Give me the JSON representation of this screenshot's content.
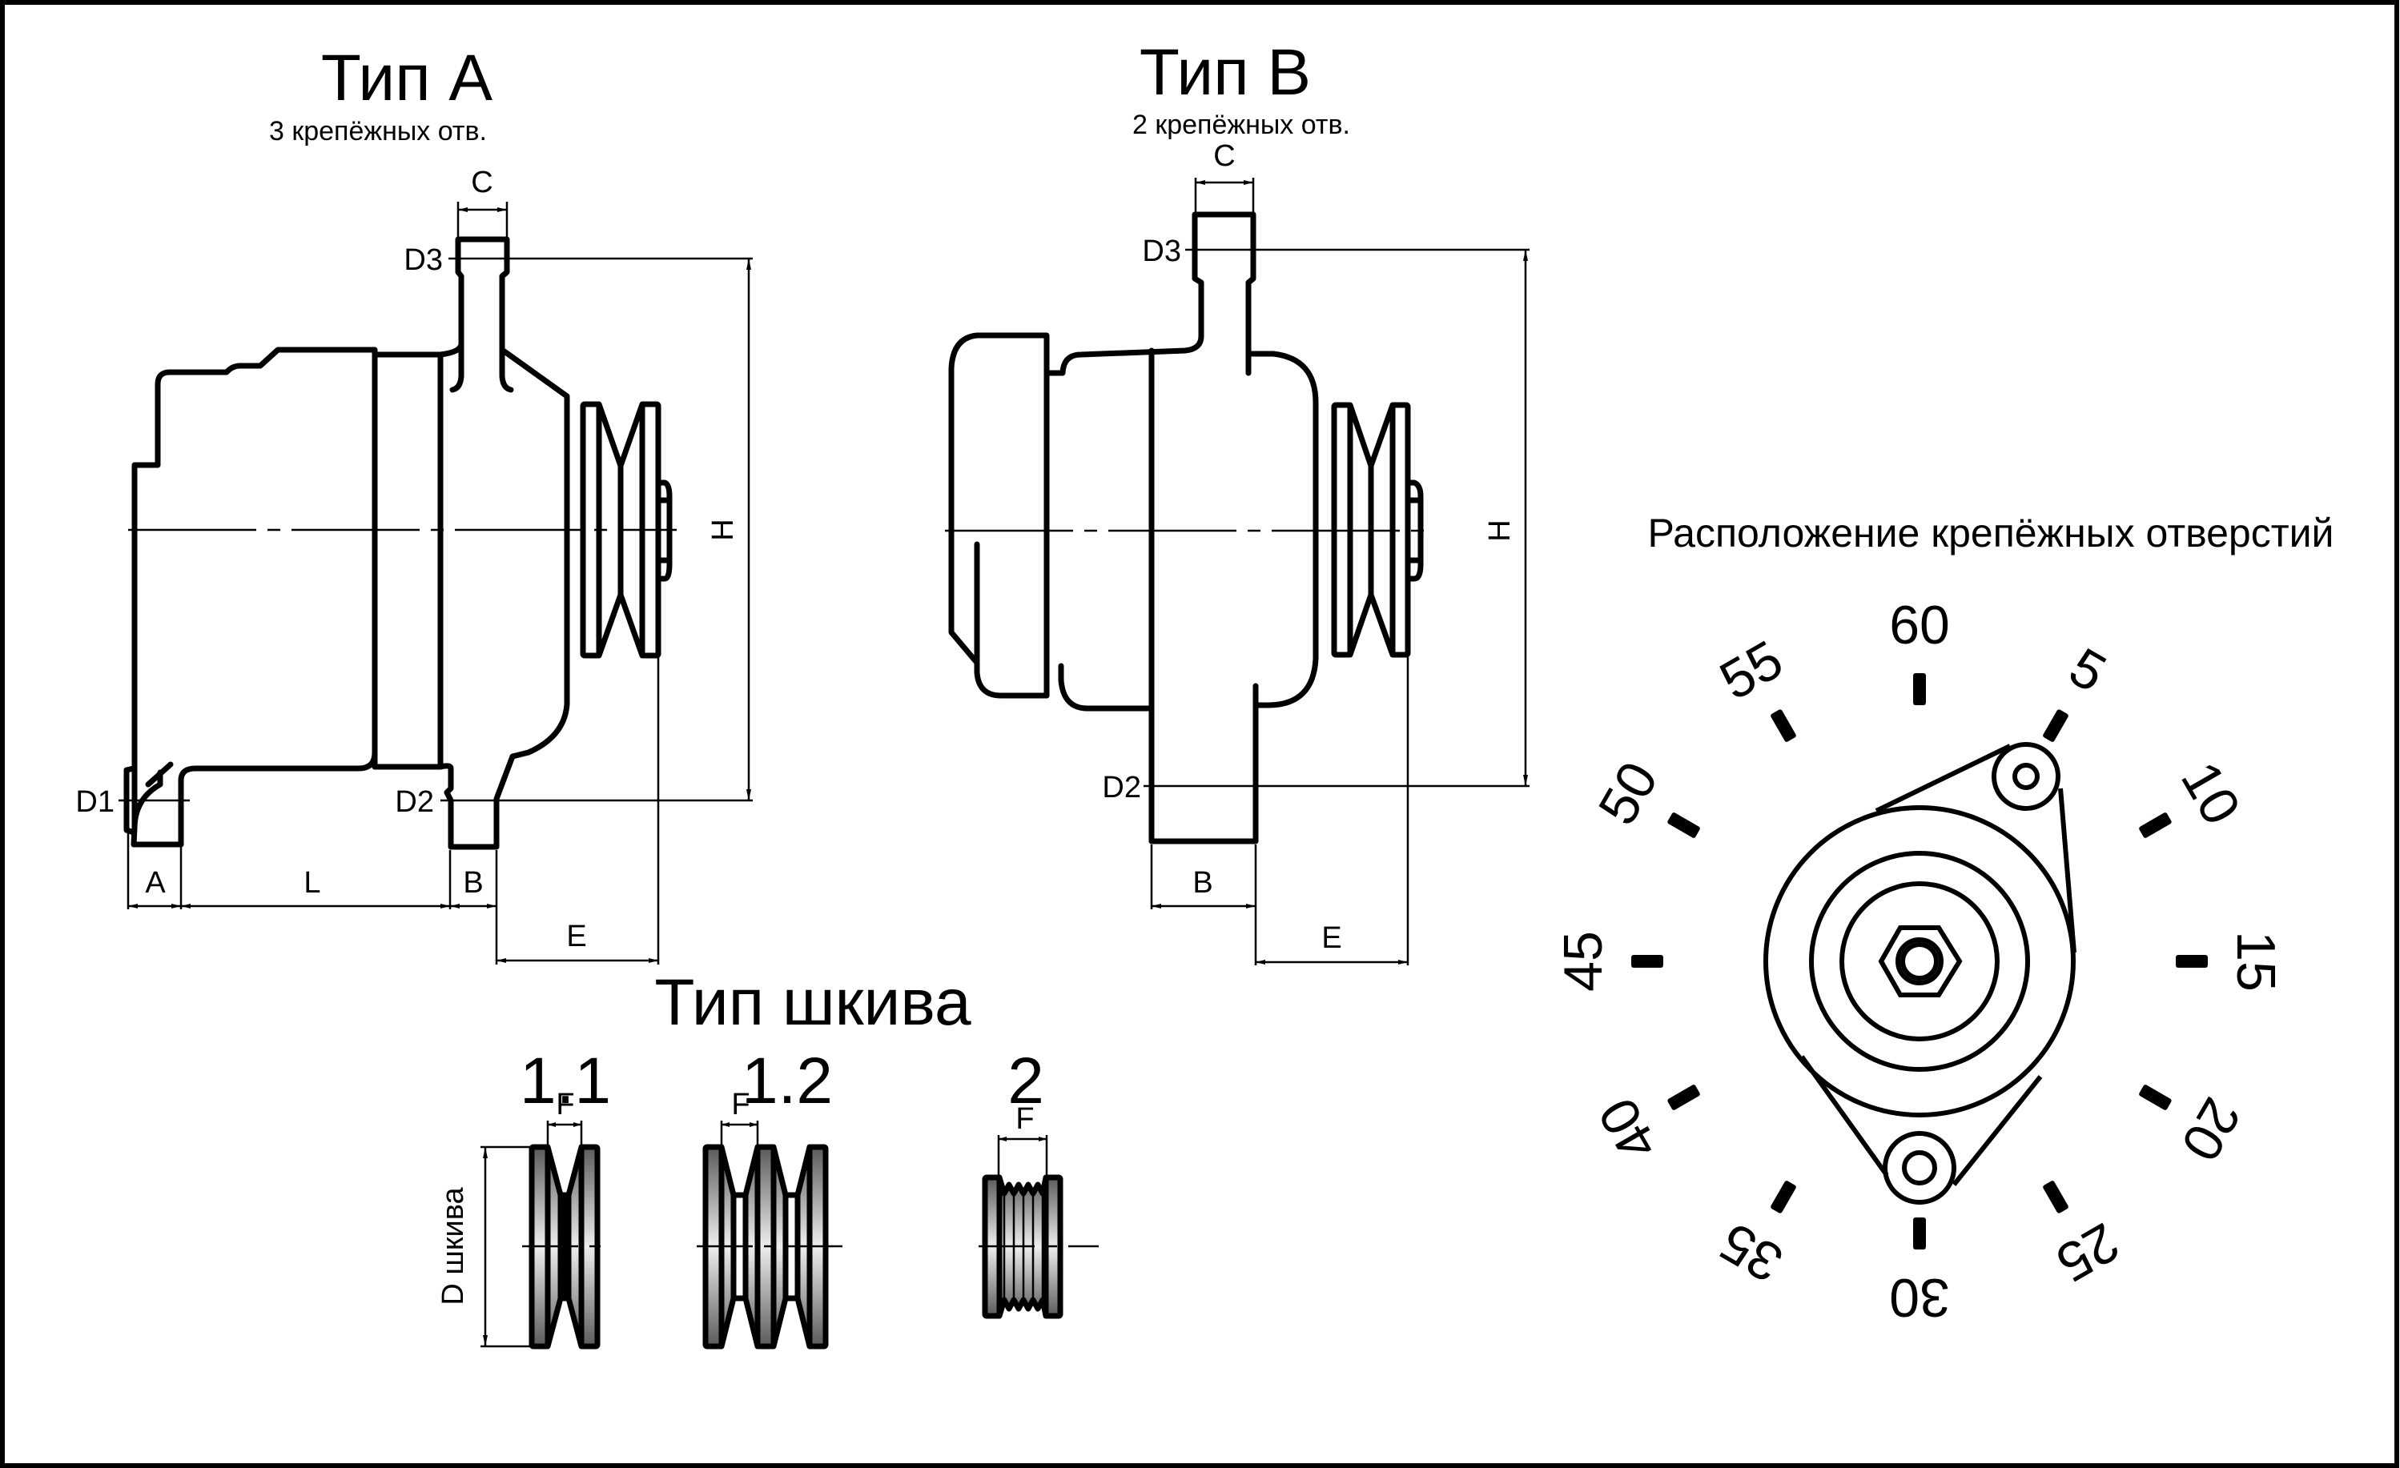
{
  "type_a": {
    "title": "Тип А",
    "subtitle": "3 крепёжных отв.",
    "dims": {
      "c": "C",
      "d3": "D3",
      "d1": "D1",
      "d2": "D2",
      "a": "A",
      "l": "L",
      "b": "B",
      "e": "E",
      "h": "H"
    }
  },
  "type_b": {
    "title": "Тип В",
    "subtitle": "2 крепёжных отв.",
    "dims": {
      "c": "C",
      "d3": "D3",
      "d2": "D2",
      "b": "B",
      "e": "E",
      "h": "H"
    }
  },
  "pulley_types": {
    "title": "Тип шкива",
    "diameter_label": "D шкива",
    "items": [
      {
        "id": "1.1",
        "label": "1.1",
        "width_label": "F",
        "grooves": 1
      },
      {
        "id": "1.2",
        "label": "1.2",
        "width_label": "F",
        "grooves": 2
      },
      {
        "id": "2",
        "label": "2",
        "width_label": "F",
        "grooves": 5
      }
    ]
  },
  "mounting": {
    "title": "Расположение крепёжных отверстий",
    "positions": [
      "60",
      "5",
      "10",
      "15",
      "20",
      "25",
      "30",
      "35",
      "40",
      "45",
      "50",
      "55"
    ]
  },
  "colors": {
    "line": "#000000",
    "background": "#ffffff",
    "pulley_light": "#e6e6e6",
    "pulley_dark": "#6e6e6e"
  }
}
